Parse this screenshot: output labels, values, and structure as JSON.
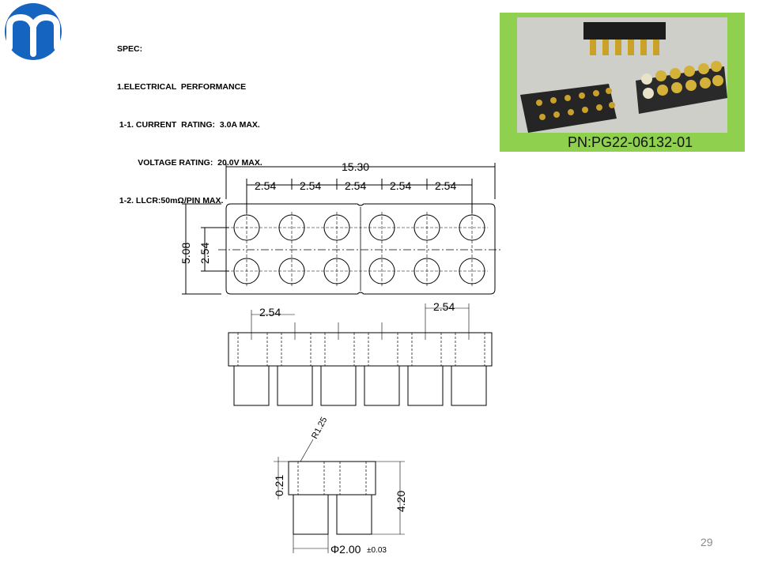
{
  "spec": {
    "heading": "SPEC:",
    "section": "1.ELECTRICAL  PERFORMANCE",
    "current": " 1-1. CURRENT  RATING:  3.0A MAX.",
    "voltage": "         VOLTAGE RATING:  20.0V MAX.",
    "llcr": " 1-2. LLCR:50mΩ/PIN MAX."
  },
  "part_number": "PN:PG22-06132-01",
  "dims": {
    "overall_width": "15.30",
    "pitch": "2.54",
    "height_total": "5.08",
    "row_pitch": "2.54",
    "radius": "R1.25",
    "flange": "0.21",
    "length": "4.20",
    "diameter": "Φ2.00",
    "tolerance": "±0.03"
  },
  "page_number": "29",
  "colors": {
    "photo_frame": "#8fd14f",
    "logo": "#1565c0"
  }
}
